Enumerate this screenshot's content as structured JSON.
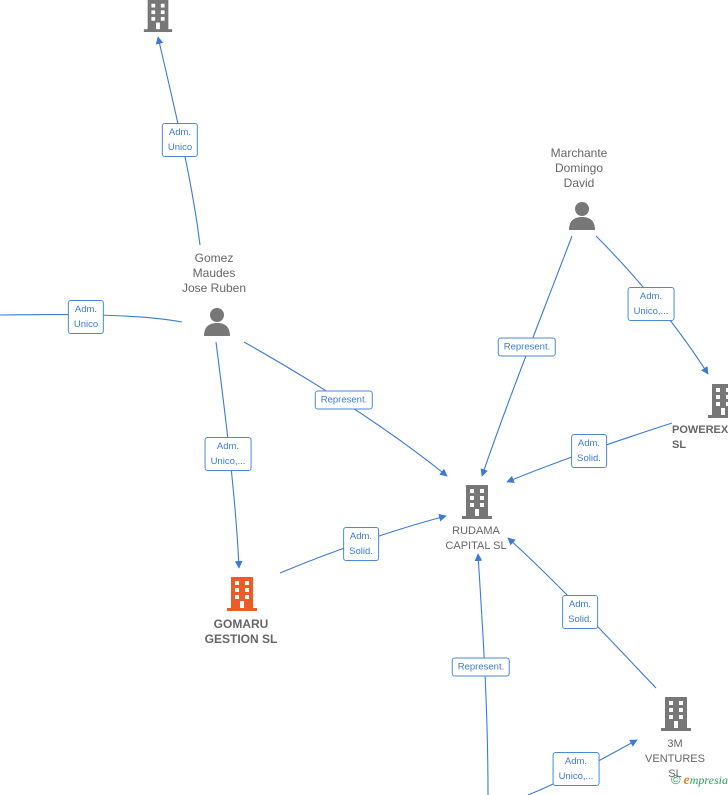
{
  "nodes": {
    "top_company": {
      "label": ""
    },
    "gomez": {
      "label": "Gomez\nMaudes\nJose Ruben"
    },
    "marchante": {
      "label": "Marchante\nDomingo\nDavid"
    },
    "powerex": {
      "label": "POWEREX\nSL"
    },
    "rudama": {
      "label": "RUDAMA\nCAPITAL  SL"
    },
    "gomaru": {
      "label": "GOMARU\nGESTION  SL"
    },
    "ventures": {
      "label": "3M\nVENTURES  SL"
    }
  },
  "relations": {
    "r_top": "Adm.\nUnico",
    "r_left": "Adm.\nUnico",
    "r_gomez_rudama": "Represent.",
    "r_gomez_gomaru": "Adm.\nUnico,...",
    "r_gomaru_rudama": "Adm.\nSolid.",
    "r_marchante_rudama": "Represent.",
    "r_marchante_powerex": "Adm.\nUnico,...",
    "r_powerex_rudama": "Adm.\nSolid.",
    "r_ventures_rudama": "Adm.\nSolid.",
    "r_bottom_rudama": "Represent.",
    "r_bottom_ventures": "Adm.\nUnico,..."
  },
  "colors": {
    "edge": "#3b7bd4",
    "company_icon": "#777777",
    "main_company_icon": "#f05a28",
    "person_icon": "#777777"
  },
  "icons": {
    "company": "building-icon",
    "person": "person-icon"
  },
  "brand": {
    "copyright": "©",
    "name": "mpresia",
    "initial": "e"
  }
}
